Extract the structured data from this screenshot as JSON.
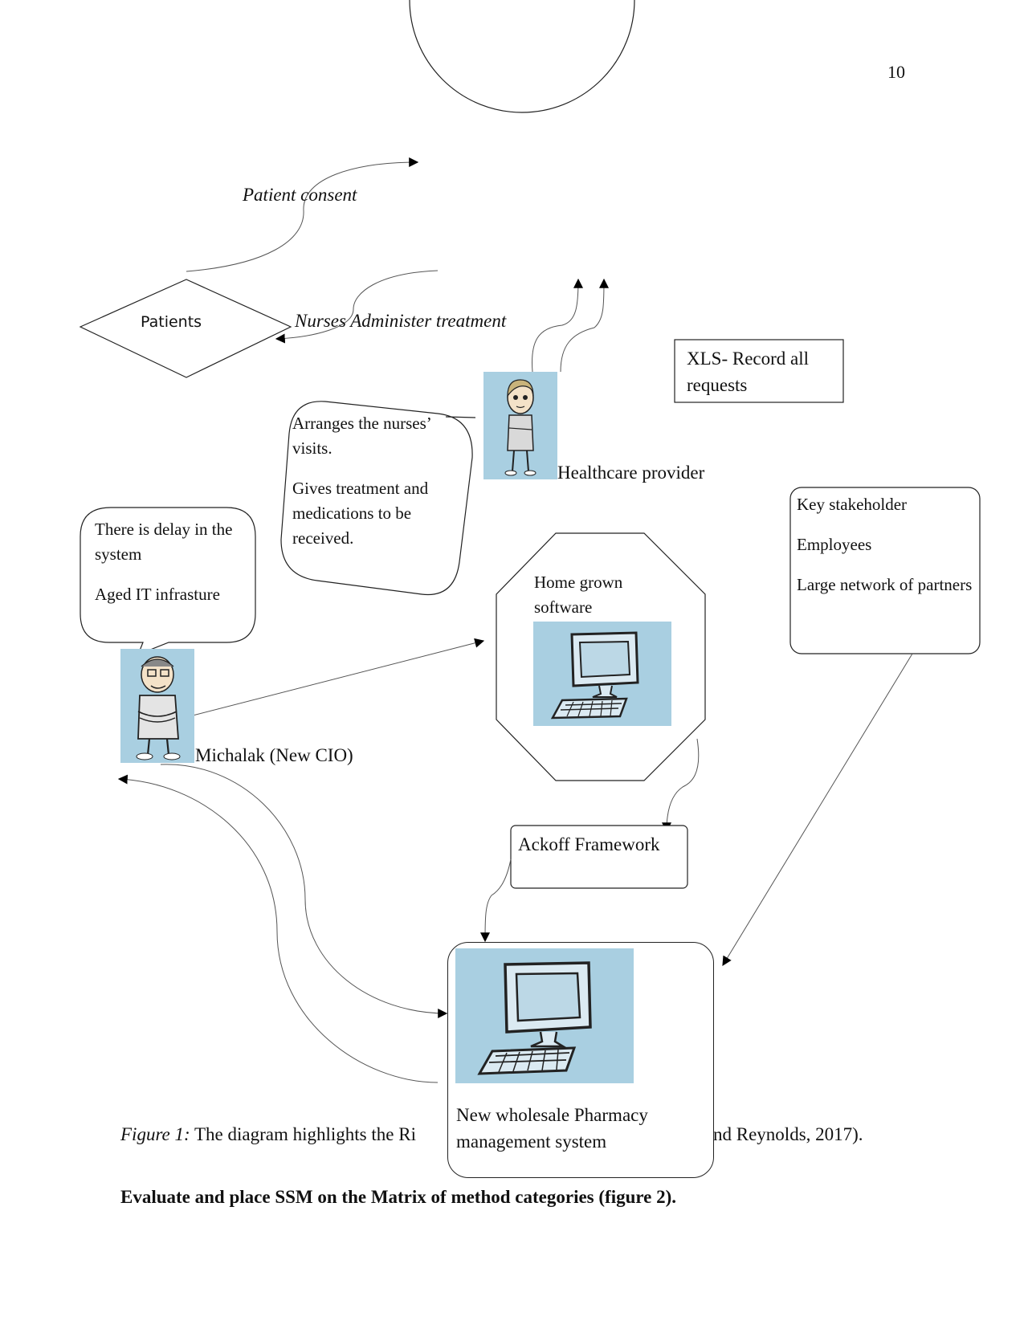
{
  "page": {
    "number": "10"
  },
  "diagram": {
    "patients_label": "Patients",
    "patient_consent_label": "Patient consent",
    "nurses_treatment_label": "Nurses Administer treatment",
    "xls_box": "XLS- Record all requests",
    "healthcare_provider_label": "Healthcare provider",
    "arrange_bubble": {
      "line1": "Arranges the nurses’ visits.",
      "line2": "Gives treatment and medications to be received."
    },
    "delay_bubble": {
      "line1": "There is delay in the system",
      "line2": "Aged IT infrasture"
    },
    "home_grown_label": "Home grown software",
    "stakeholder_box": {
      "item1": "Key stakeholder",
      "item2": "Employees",
      "item3": "Large network of partners"
    },
    "cio_label": "Michalak (New CIO)",
    "ackoff_label": "Ackoff Framework",
    "new_system_label": "New wholesale Pharmacy management system"
  },
  "caption": {
    "prefix": "Figure 1:",
    "text_left": "The diagram highlights the Ri",
    "text_right": "nd Reynolds, 2017)."
  },
  "heading": "Evaluate and place SSM on the Matrix of method categories (figure 2)."
}
